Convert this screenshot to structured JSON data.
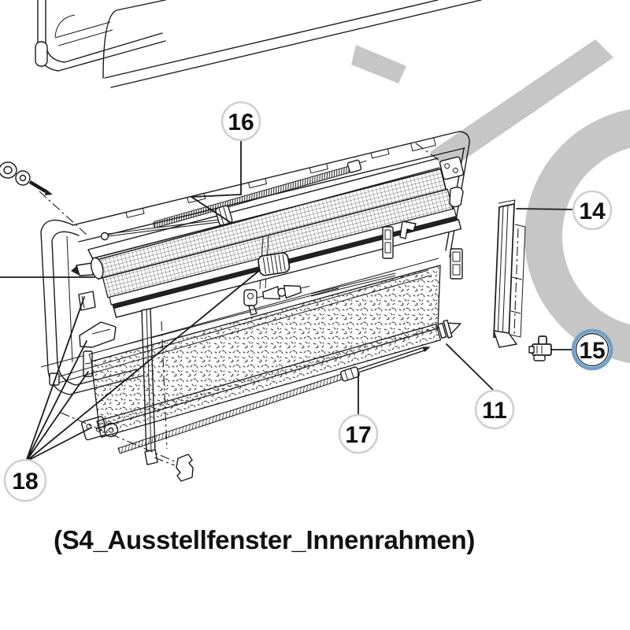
{
  "caption": "(S4_Ausstellfenster_Innenrahmen)",
  "callouts": {
    "c16": {
      "label": "16",
      "highlighted": false
    },
    "c14": {
      "label": "14",
      "highlighted": false
    },
    "c15": {
      "label": "15",
      "highlighted": true
    },
    "c11": {
      "label": "11",
      "highlighted": false
    },
    "c17": {
      "label": "17",
      "highlighted": false
    },
    "c18": {
      "label": "18",
      "highlighted": false
    }
  },
  "colors": {
    "line": "#1a1a1a",
    "background": "#ffffff",
    "watermark": "#c6c6c6",
    "callout_ring": "#d0d0d0",
    "callout_ring_highlight": "#6f9fca",
    "callout_text": "#111111"
  }
}
